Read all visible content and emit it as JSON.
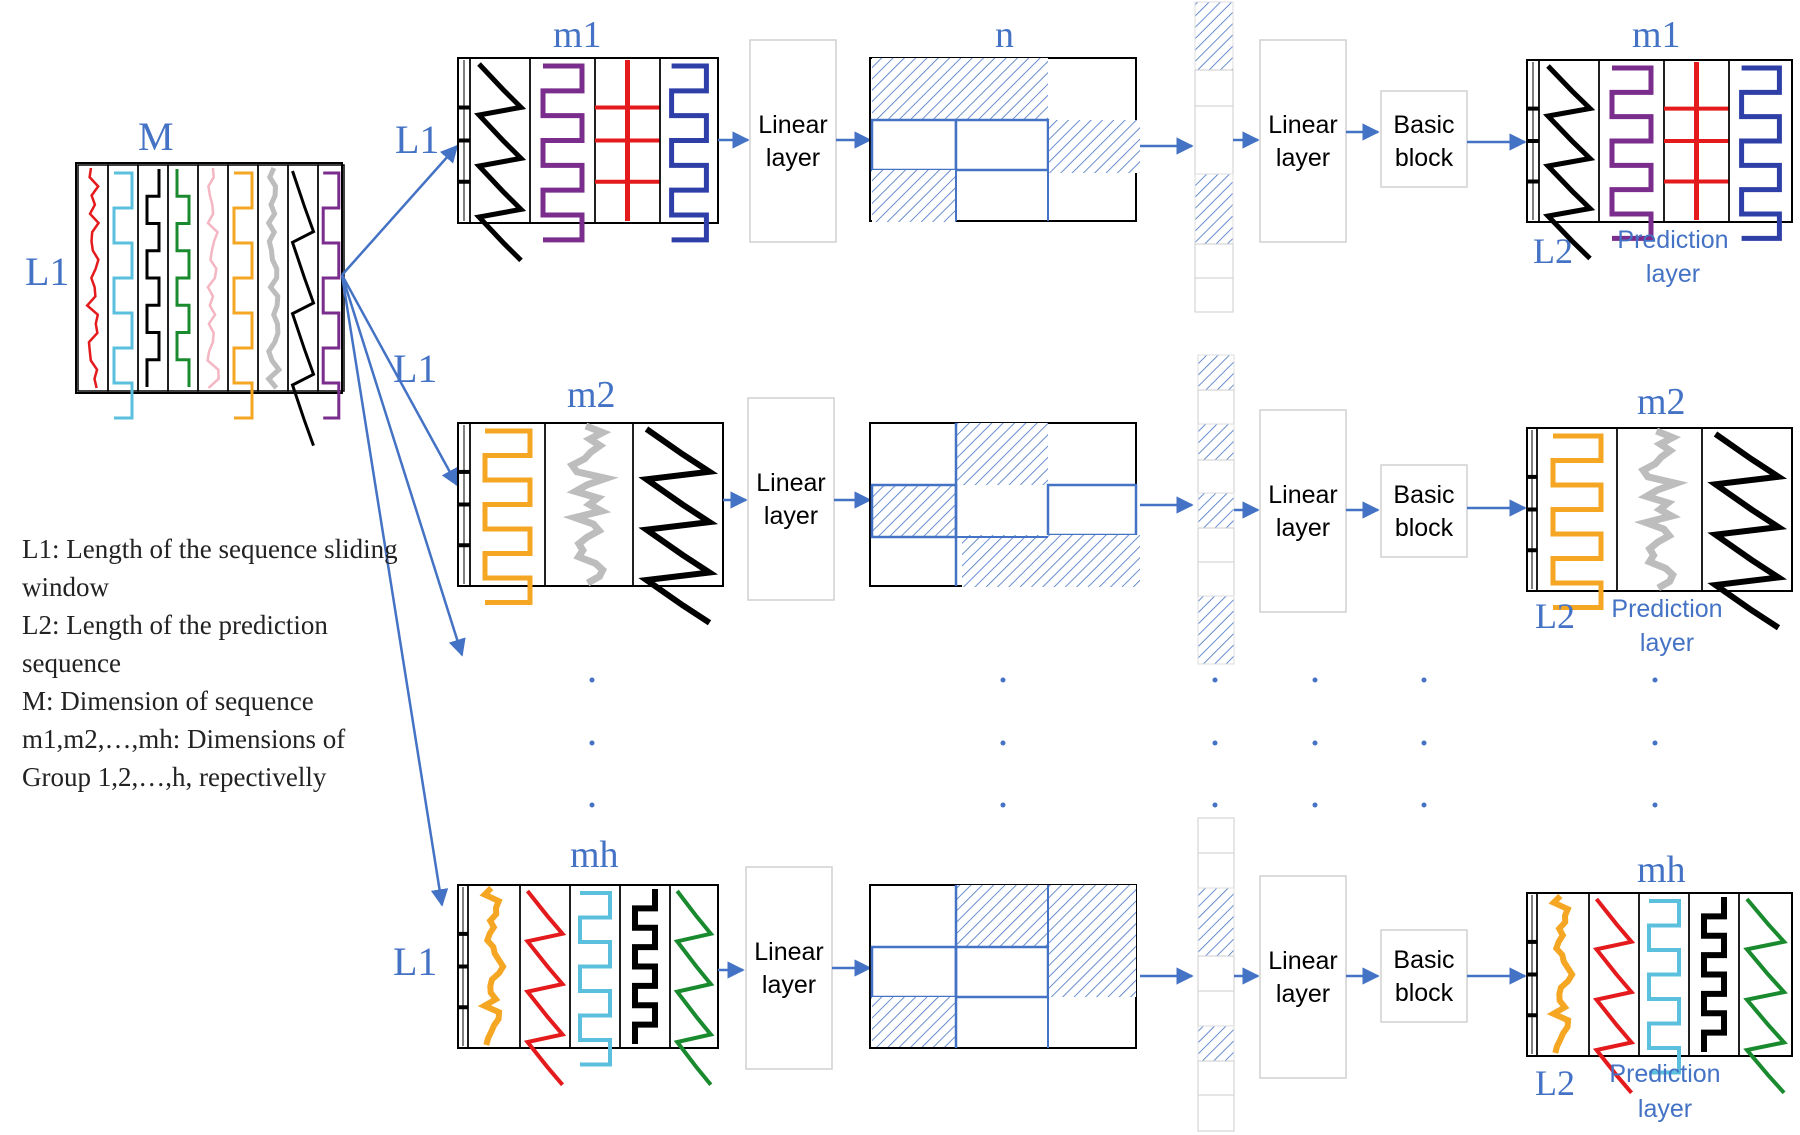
{
  "labels": {
    "M": "M",
    "L1": "L1",
    "L2": "L2",
    "n": "n",
    "m1": "m1",
    "m2": "m2",
    "mh": "mh"
  },
  "blocks": {
    "linear_layer": [
      "Linear",
      "layer"
    ],
    "basic_block": [
      "Basic",
      "block"
    ],
    "prediction_layer": [
      "Prediction",
      "layer"
    ]
  },
  "legend": [
    "L1: Length of the sequence sliding window",
    "L2: Length of the prediction sequence",
    "M: Dimension of sequence",
    "m1,m2,…,mh: Dimensions of Group 1,2,…,h, repectivelly"
  ],
  "colors": {
    "accent": "#4472c4",
    "red": "#e41a1c",
    "cyan": "#5bc0de",
    "green": "#1a8a2e",
    "pink": "#f4b6c2",
    "orange": "#f5a623",
    "gray": "#bdbdbd",
    "purple": "#7b2d8e",
    "blue": "#2e3fa8",
    "black": "#000000"
  }
}
